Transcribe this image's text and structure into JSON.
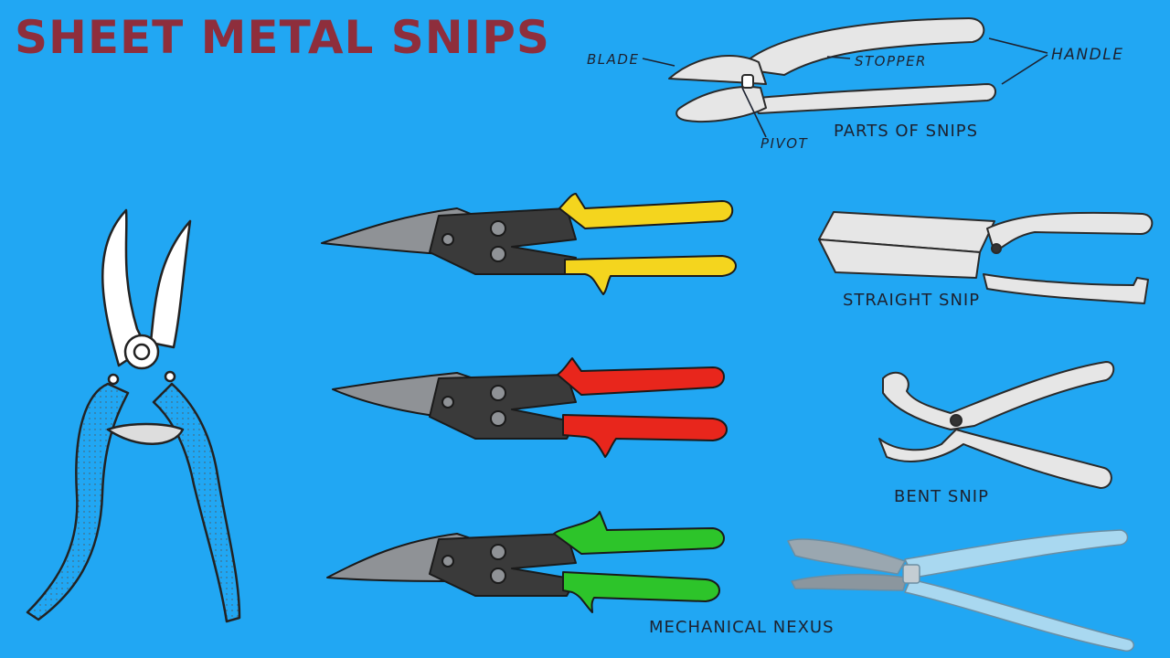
{
  "title": "SHEET METAL SNIPS",
  "parts": {
    "blade": "BLADE",
    "stopper": "STOPPER",
    "handle": "HANDLE",
    "pivot": "PIVOT",
    "caption": "PARTS OF SNIPS"
  },
  "labels": {
    "straight": "STRAIGHT SNIP",
    "bent": "BENT SNIP",
    "brand": "MECHANICAL NEXUS"
  },
  "colors": {
    "background": "#21A7F3",
    "title": "#8E2E3C",
    "handle_yellow": "#F4D51E",
    "handle_red": "#E8261C",
    "handle_green": "#2DC42A",
    "metal_gray": "#8F9296",
    "sketch_fill": "#E6E6E6",
    "light_snip": "#A9D8F0"
  }
}
